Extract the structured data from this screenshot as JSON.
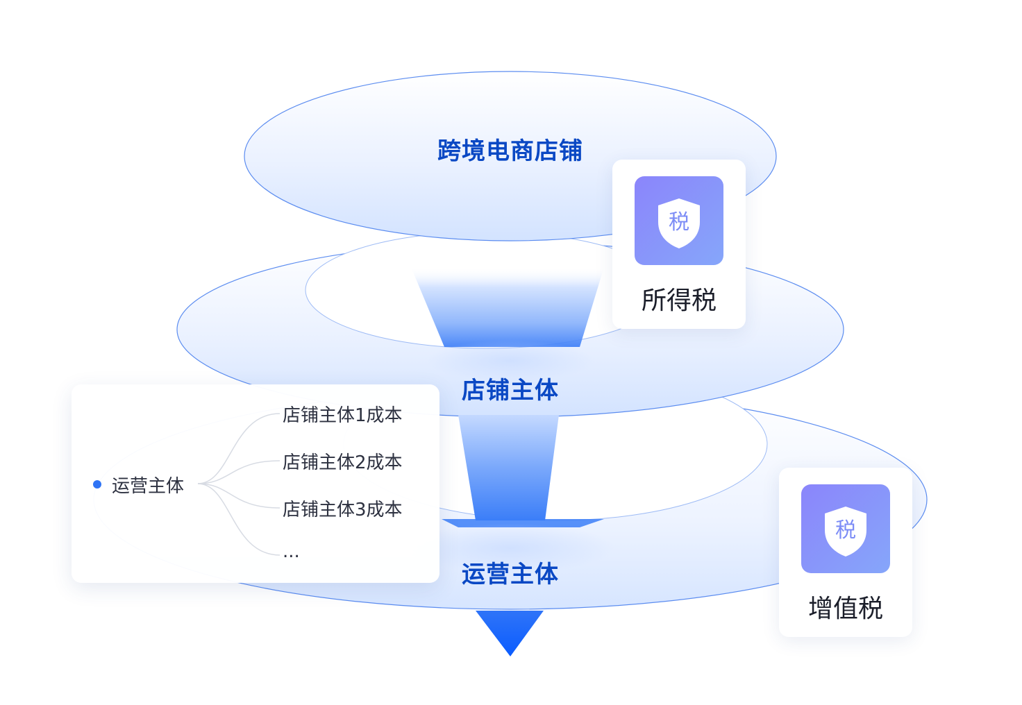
{
  "layers": {
    "top_label": "跨境电商店铺",
    "middle_label": "店铺主体",
    "bottom_label": "运营主体"
  },
  "tax_cards": [
    {
      "badge_char": "税",
      "name": "所得税"
    },
    {
      "badge_char": "税",
      "name": "增值税"
    }
  ],
  "tree": {
    "root": "运营主体",
    "children": [
      "店铺主体1成本",
      "店铺主体2成本",
      "店铺主体3成本",
      "..."
    ]
  },
  "colors": {
    "accent": "#2f74f5",
    "label": "#0a48c4",
    "arrow": "#0f62fe",
    "badge_start": "#8b85fb",
    "badge_end": "#86a6fa"
  }
}
